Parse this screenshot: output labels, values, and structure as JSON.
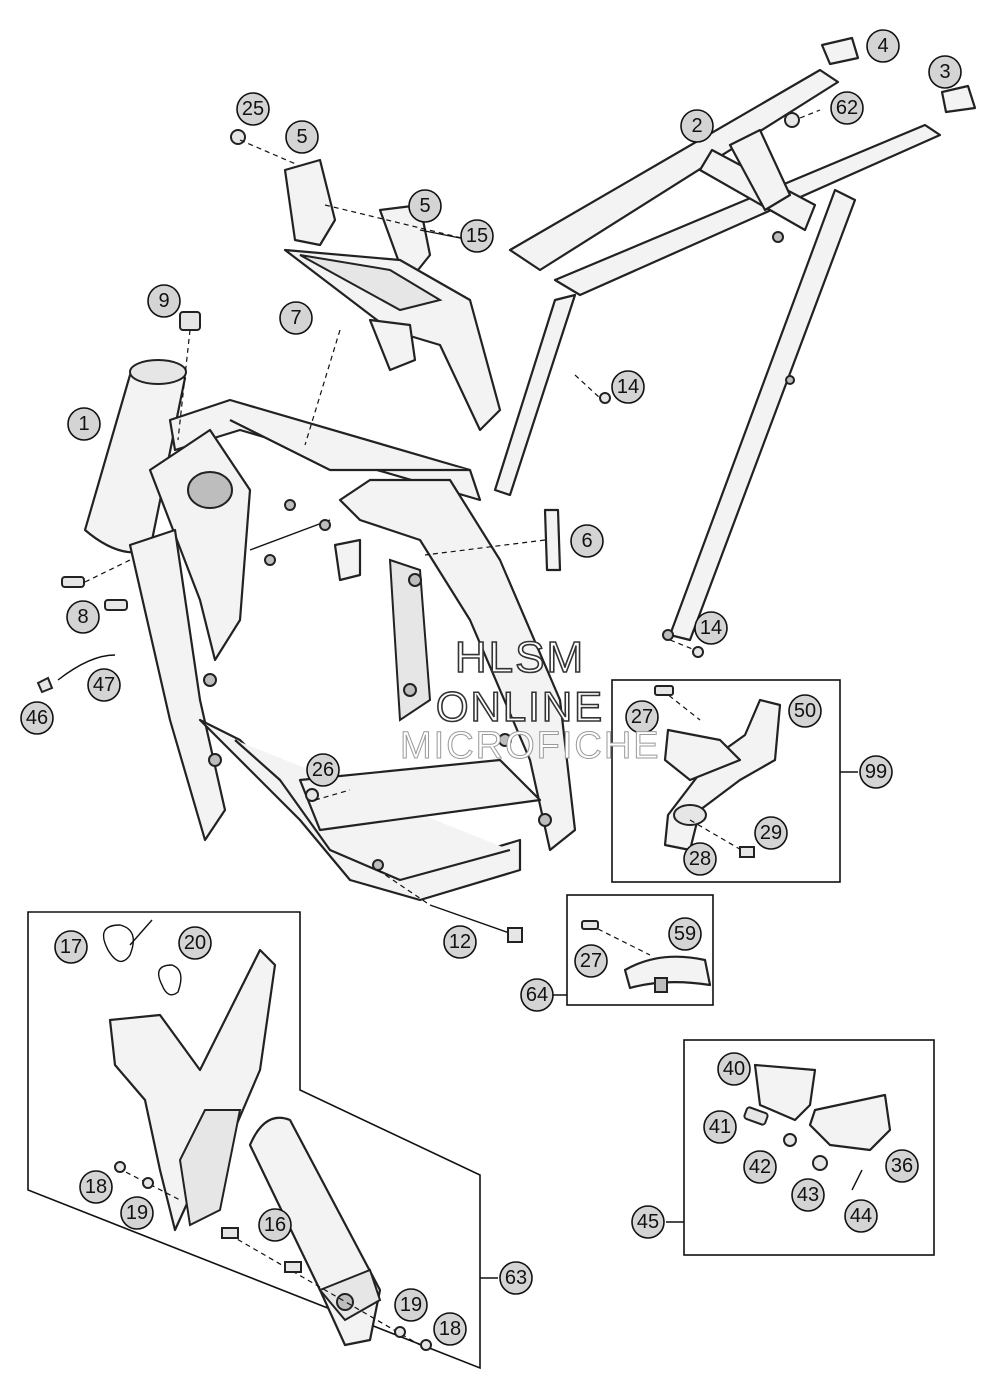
{
  "watermark": {
    "line1": "HLSM",
    "line2": "ONLINE",
    "line3": "MICROFICHE"
  },
  "callouts": [
    "1",
    "2",
    "3",
    "4",
    "5",
    "5",
    "6",
    "7",
    "8",
    "9",
    "12",
    "14",
    "14",
    "15",
    "16",
    "17",
    "18",
    "18",
    "19",
    "19",
    "20",
    "25",
    "26",
    "27",
    "27",
    "28",
    "29",
    "36",
    "40",
    "41",
    "42",
    "43",
    "44",
    "45",
    "46",
    "47",
    "50",
    "59",
    "62",
    "63",
    "64",
    "99"
  ]
}
